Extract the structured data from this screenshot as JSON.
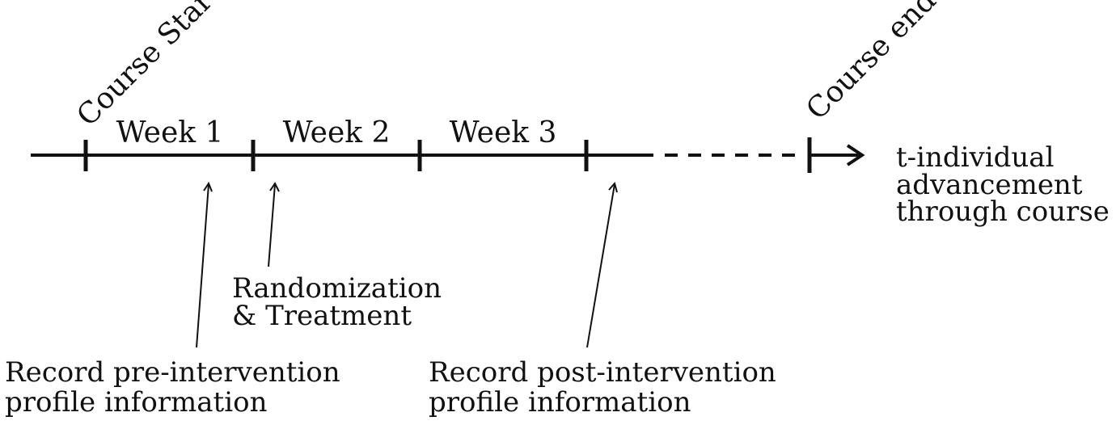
{
  "timeline": {
    "start_label": "Course Start",
    "end_label": "Course end",
    "weeks": [
      "Week 1",
      "Week 2",
      "Week 3"
    ],
    "axis_label_lines": [
      "t-individual",
      "advancement",
      "through course"
    ]
  },
  "annotations": {
    "pre_intervention_lines": [
      "Record pre-intervention",
      "profile information"
    ],
    "randomization_lines": [
      "Randomization",
      "& Treatment"
    ],
    "post_intervention_lines": [
      "Record post-intervention",
      "profile information"
    ]
  },
  "colors": {
    "ink": "#111111",
    "background": "#ffffff"
  }
}
